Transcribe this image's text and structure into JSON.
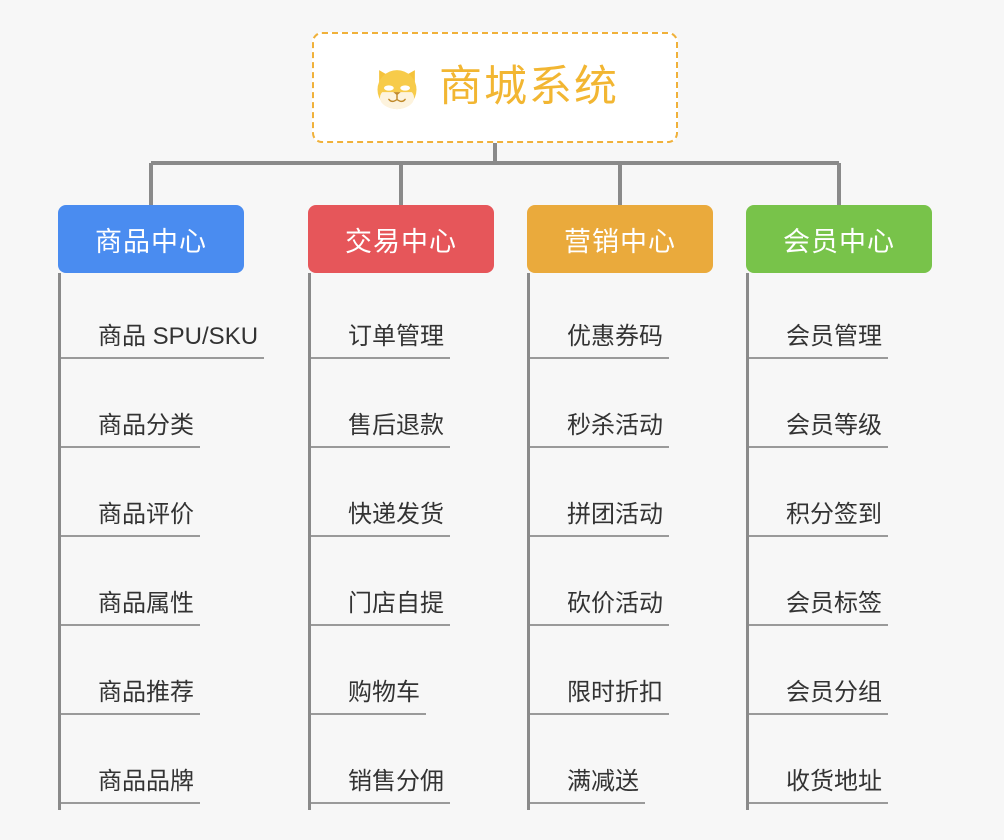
{
  "page": {
    "background_color": "#f7f7f7",
    "title": "商城系统功能架构图"
  },
  "root": {
    "icon": "dog-face-icon",
    "label": "商城系统",
    "text_color": "#f2b632",
    "border_color": "#f0b13a",
    "background_color": "#ffffff"
  },
  "categories": [
    {
      "label": "商品中心",
      "color": "#4a8cf0",
      "color_name": "blue",
      "items": [
        "商品 SPU/SKU",
        "商品分类",
        "商品评价",
        "商品属性",
        "商品推荐",
        "商品品牌"
      ]
    },
    {
      "label": "交易中心",
      "color": "#e6565a",
      "color_name": "red",
      "items": [
        "订单管理",
        "售后退款",
        "快递发货",
        "门店自提",
        "购物车",
        "销售分佣"
      ]
    },
    {
      "label": "营销中心",
      "color": "#eaaa3c",
      "color_name": "orange",
      "items": [
        "优惠券码",
        "秒杀活动",
        "拼团活动",
        "砍价活动",
        "限时折扣",
        "满减送"
      ]
    },
    {
      "label": "会员中心",
      "color": "#78c34a",
      "color_name": "green",
      "items": [
        "会员管理",
        "会员等级",
        "积分签到",
        "会员标签",
        "会员分组",
        "收货地址"
      ]
    }
  ],
  "connectors": {
    "line_color": "#8a8a8a",
    "stem_color": "#8a8a8a"
  }
}
